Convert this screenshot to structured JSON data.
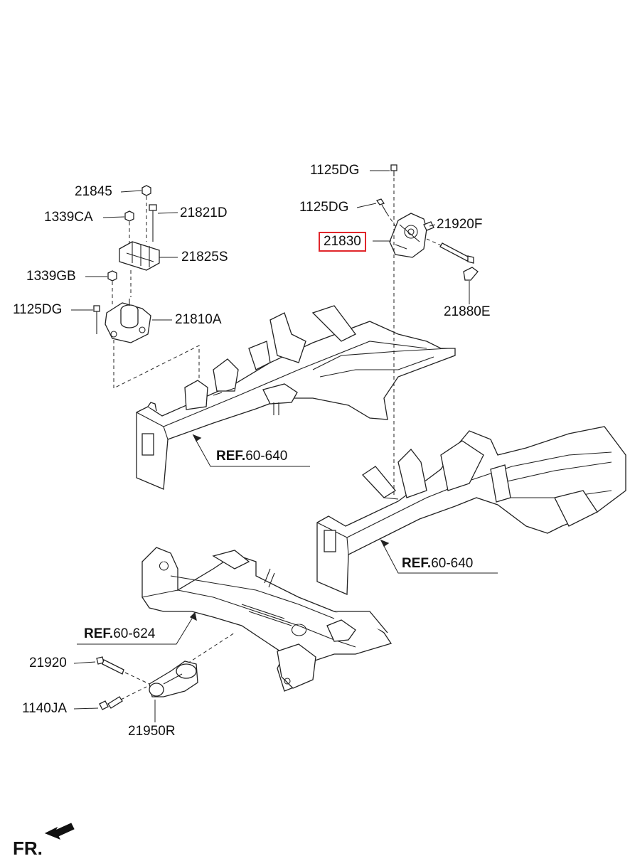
{
  "parts": {
    "p21845": "21845",
    "p1339CA": "1339CA",
    "p21821D": "21821D",
    "p21825S": "21825S",
    "p1339GB": "1339GB",
    "p1125DG_left": "1125DG",
    "p21810A": "21810A",
    "p1125DG_top1": "1125DG",
    "p1125DG_top2": "1125DG",
    "p21830": "21830",
    "p21920F": "21920F",
    "p21880E": "21880E",
    "p21920": "21920",
    "p1140JA": "1140JA",
    "p21950R": "21950R"
  },
  "refs": {
    "ref1": {
      "prefix": "REF.",
      "number": "60-640"
    },
    "ref2": {
      "prefix": "REF.",
      "number": "60-640"
    },
    "ref3": {
      "prefix": "REF.",
      "number": "60-624"
    }
  },
  "direction": "FR.",
  "highlight_color": "#e0262b"
}
